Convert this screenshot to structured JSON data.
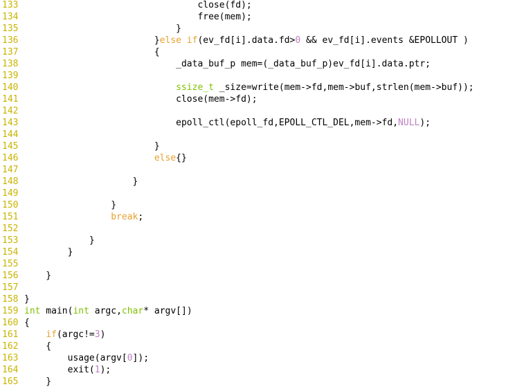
{
  "colors": {
    "line_number": "#c8b400",
    "keyword_type": "#80c000",
    "keyword_control": "#e8a030",
    "literal": "#c080c0",
    "text": "#000000",
    "background": "#ffffff"
  },
  "lines": [
    {
      "num": "133",
      "tokens": [
        {
          "t": "                                close(fd);",
          "c": ""
        }
      ]
    },
    {
      "num": "134",
      "tokens": [
        {
          "t": "                                free(mem);",
          "c": ""
        }
      ]
    },
    {
      "num": "135",
      "tokens": [
        {
          "t": "                            }",
          "c": ""
        }
      ]
    },
    {
      "num": "136",
      "tokens": [
        {
          "t": "                        }",
          "c": ""
        },
        {
          "t": "else if",
          "c": "k-orange"
        },
        {
          "t": "(ev_fd[i].data.fd>",
          "c": ""
        },
        {
          "t": "0",
          "c": "k-num"
        },
        {
          "t": " && ev_fd[i].events &EPOLLOUT )",
          "c": ""
        }
      ]
    },
    {
      "num": "137",
      "tokens": [
        {
          "t": "                        {",
          "c": ""
        }
      ]
    },
    {
      "num": "138",
      "tokens": [
        {
          "t": "                            _data_buf_p mem=(_data_buf_p)ev_fd[i].data.ptr;",
          "c": ""
        }
      ]
    },
    {
      "num": "139",
      "tokens": [
        {
          "t": "",
          "c": ""
        }
      ]
    },
    {
      "num": "140",
      "tokens": [
        {
          "t": "                            ",
          "c": ""
        },
        {
          "t": "ssize_t",
          "c": "k-green"
        },
        {
          "t": " _size=write(mem->fd,mem->buf,strlen(mem->buf));",
          "c": ""
        }
      ]
    },
    {
      "num": "141",
      "tokens": [
        {
          "t": "                            close(mem->fd);",
          "c": ""
        }
      ]
    },
    {
      "num": "142",
      "tokens": [
        {
          "t": "",
          "c": ""
        }
      ]
    },
    {
      "num": "143",
      "tokens": [
        {
          "t": "                            epoll_ctl(epoll_fd,EPOLL_CTL_DEL,mem->fd,",
          "c": ""
        },
        {
          "t": "NULL",
          "c": "k-null"
        },
        {
          "t": ");",
          "c": ""
        }
      ]
    },
    {
      "num": "144",
      "tokens": [
        {
          "t": "",
          "c": ""
        }
      ]
    },
    {
      "num": "145",
      "tokens": [
        {
          "t": "                        }",
          "c": ""
        }
      ]
    },
    {
      "num": "146",
      "tokens": [
        {
          "t": "                        ",
          "c": ""
        },
        {
          "t": "else",
          "c": "k-orange"
        },
        {
          "t": "{}",
          "c": ""
        }
      ]
    },
    {
      "num": "147",
      "tokens": [
        {
          "t": "",
          "c": ""
        }
      ]
    },
    {
      "num": "148",
      "tokens": [
        {
          "t": "                    }",
          "c": ""
        }
      ]
    },
    {
      "num": "149",
      "tokens": [
        {
          "t": "",
          "c": ""
        }
      ]
    },
    {
      "num": "150",
      "tokens": [
        {
          "t": "                }",
          "c": ""
        }
      ]
    },
    {
      "num": "151",
      "tokens": [
        {
          "t": "                ",
          "c": ""
        },
        {
          "t": "break",
          "c": "k-orange"
        },
        {
          "t": ";",
          "c": ""
        }
      ]
    },
    {
      "num": "152",
      "tokens": [
        {
          "t": "",
          "c": ""
        }
      ]
    },
    {
      "num": "153",
      "tokens": [
        {
          "t": "            }",
          "c": ""
        }
      ]
    },
    {
      "num": "154",
      "tokens": [
        {
          "t": "        }",
          "c": ""
        }
      ]
    },
    {
      "num": "155",
      "tokens": [
        {
          "t": "",
          "c": ""
        }
      ]
    },
    {
      "num": "156",
      "tokens": [
        {
          "t": "    }",
          "c": ""
        }
      ]
    },
    {
      "num": "157",
      "tokens": [
        {
          "t": "",
          "c": ""
        }
      ]
    },
    {
      "num": "158",
      "tokens": [
        {
          "t": "}",
          "c": ""
        }
      ]
    },
    {
      "num": "159",
      "tokens": [
        {
          "t": "int",
          "c": "k-green"
        },
        {
          "t": " main(",
          "c": ""
        },
        {
          "t": "int",
          "c": "k-green"
        },
        {
          "t": " argc,",
          "c": ""
        },
        {
          "t": "char",
          "c": "k-green"
        },
        {
          "t": "* argv[])",
          "c": ""
        }
      ]
    },
    {
      "num": "160",
      "tokens": [
        {
          "t": "{",
          "c": ""
        }
      ]
    },
    {
      "num": "161",
      "tokens": [
        {
          "t": "    ",
          "c": ""
        },
        {
          "t": "if",
          "c": "k-orange"
        },
        {
          "t": "(argc!=",
          "c": ""
        },
        {
          "t": "3",
          "c": "k-num"
        },
        {
          "t": ")",
          "c": ""
        }
      ]
    },
    {
      "num": "162",
      "tokens": [
        {
          "t": "    {",
          "c": ""
        }
      ]
    },
    {
      "num": "163",
      "tokens": [
        {
          "t": "        usage(argv[",
          "c": ""
        },
        {
          "t": "0",
          "c": "k-num"
        },
        {
          "t": "]);",
          "c": ""
        }
      ]
    },
    {
      "num": "164",
      "tokens": [
        {
          "t": "        exit(",
          "c": ""
        },
        {
          "t": "1",
          "c": "k-num"
        },
        {
          "t": ");",
          "c": ""
        }
      ]
    },
    {
      "num": "165",
      "tokens": [
        {
          "t": "    }",
          "c": ""
        }
      ]
    }
  ]
}
